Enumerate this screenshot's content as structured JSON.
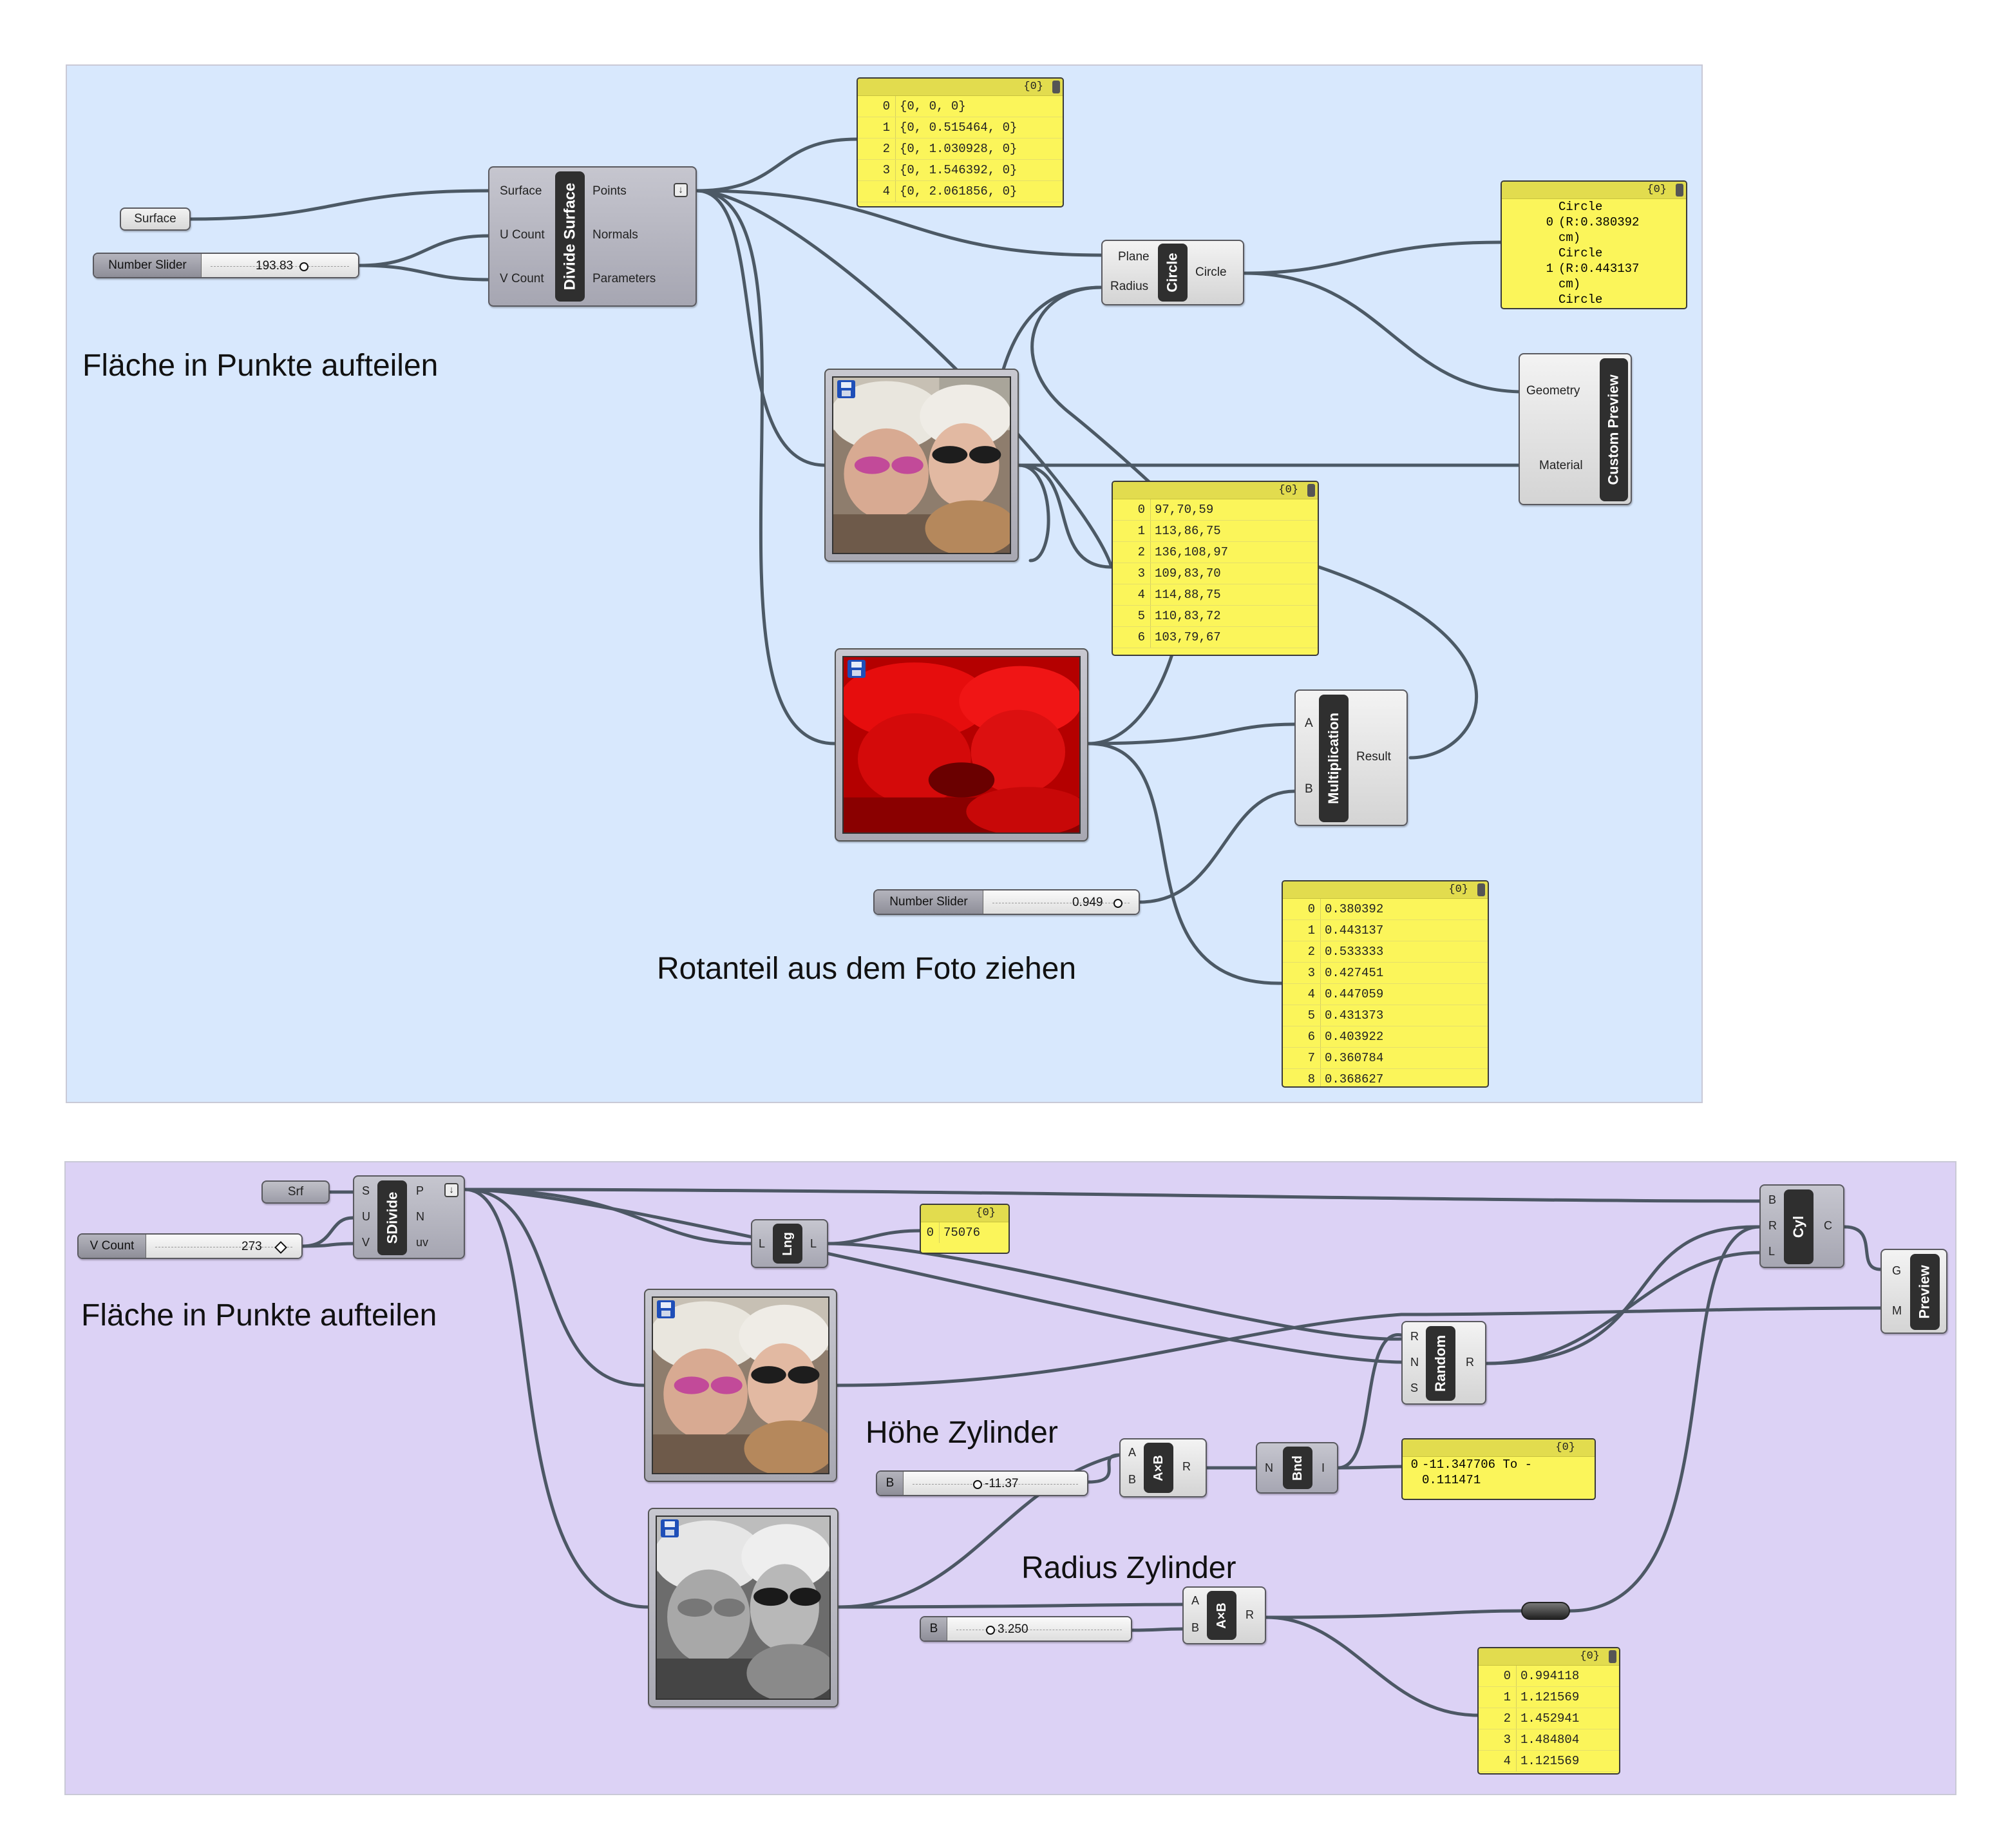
{
  "group1": {
    "note_split": "Fläche in Punkte aufteilen",
    "note_red": "Rotanteil aus dem Foto ziehen",
    "surface_param": "Surface",
    "slider1": {
      "label": "Number Slider",
      "value": "193.83"
    },
    "divide": {
      "name": "Divide Surface",
      "inputs": [
        "Surface",
        "U Count",
        "V Count"
      ],
      "outputs": [
        "Points",
        "Normals",
        "Parameters"
      ]
    },
    "panel_points": {
      "path": "{0}",
      "rows": [
        {
          "i": "0",
          "v": "{0, 0, 0}"
        },
        {
          "i": "1",
          "v": "{0, 0.515464, 0}"
        },
        {
          "i": "2",
          "v": "{0, 1.030928, 0}"
        },
        {
          "i": "3",
          "v": "{0, 1.546392, 0}"
        },
        {
          "i": "4",
          "v": "{0, 2.061856, 0}"
        }
      ]
    },
    "circle": {
      "name": "Circle",
      "inputs": [
        "Plane",
        "Radius"
      ],
      "output": "Circle"
    },
    "panel_circle": {
      "path": "{0}",
      "rows": [
        {
          "i": "",
          "v": "Circle"
        },
        {
          "i": "0",
          "v": "(R:0.380392"
        },
        {
          "i": "",
          "v": "cm)"
        },
        {
          "i": "",
          "v": "Circle"
        },
        {
          "i": "1",
          "v": "(R:0.443137"
        },
        {
          "i": "",
          "v": "cm)"
        },
        {
          "i": "",
          "v": "Circle"
        }
      ]
    },
    "custom_preview": {
      "name": "Custom Preview",
      "inputs": [
        "Geometry",
        "Material"
      ]
    },
    "panel_colors": {
      "path": "{0}",
      "rows": [
        {
          "i": "0",
          "v": "97,70,59"
        },
        {
          "i": "1",
          "v": "113,86,75"
        },
        {
          "i": "2",
          "v": "136,108,97"
        },
        {
          "i": "3",
          "v": "109,83,70"
        },
        {
          "i": "4",
          "v": "114,88,75"
        },
        {
          "i": "5",
          "v": "110,83,72"
        },
        {
          "i": "6",
          "v": "103,79,67"
        }
      ]
    },
    "multiplication": {
      "name": "Multiplication",
      "inputs": [
        "A",
        "B"
      ],
      "output": "Result"
    },
    "slider2": {
      "label": "Number Slider",
      "value": "0.949"
    },
    "panel_result": {
      "path": "{0}",
      "rows": [
        {
          "i": "0",
          "v": "0.380392"
        },
        {
          "i": "1",
          "v": "0.443137"
        },
        {
          "i": "2",
          "v": "0.533333"
        },
        {
          "i": "3",
          "v": "0.427451"
        },
        {
          "i": "4",
          "v": "0.447059"
        },
        {
          "i": "5",
          "v": "0.431373"
        },
        {
          "i": "6",
          "v": "0.403922"
        },
        {
          "i": "7",
          "v": "0.360784"
        },
        {
          "i": "8",
          "v": "0.368627"
        }
      ]
    }
  },
  "group2": {
    "note_split": "Fläche in Punkte aufteilen",
    "note_height": "Höhe Zylinder",
    "note_radius": "Radius Zylinder",
    "srf_param": "Srf",
    "vcount_slider": {
      "label": "V Count",
      "value": "273"
    },
    "sdivide": {
      "name": "SDivide",
      "inputs": [
        "S",
        "U",
        "V"
      ],
      "outputs": [
        "P",
        "N",
        "uv"
      ]
    },
    "lng": {
      "name": "Lng",
      "input": "L",
      "output": "L"
    },
    "panel_len": {
      "path": "{0}",
      "rows": [
        {
          "i": "0",
          "v": "75076"
        }
      ]
    },
    "cyl": {
      "name": "Cyl",
      "inputs": [
        "B",
        "R",
        "L"
      ],
      "output": "C"
    },
    "preview": {
      "name": "Preview",
      "inputs": [
        "G",
        "M"
      ]
    },
    "random": {
      "name": "Random",
      "inputs": [
        "R",
        "N",
        "S"
      ],
      "output": "R"
    },
    "mult_a": {
      "name": "A×B",
      "inputs": [
        "A",
        "B"
      ],
      "output": "R"
    },
    "slider_b1": {
      "label": "B",
      "value": "-11.37"
    },
    "bnd": {
      "name": "Bnd",
      "input": "N",
      "output": "I"
    },
    "panel_bnd": {
      "path": "{0}",
      "rows": [
        {
          "i": "0",
          "v": "-11.347706 To -"
        },
        {
          "i": "",
          "v": "0.111471"
        }
      ]
    },
    "mult_b": {
      "name": "A×B",
      "inputs": [
        "A",
        "B"
      ],
      "output": "R"
    },
    "slider_b2": {
      "label": "B",
      "value": "3.250"
    },
    "panel_radius": {
      "path": "{0}",
      "rows": [
        {
          "i": "0",
          "v": "0.994118"
        },
        {
          "i": "1",
          "v": "1.121569"
        },
        {
          "i": "2",
          "v": "1.452941"
        },
        {
          "i": "3",
          "v": "1.484804"
        },
        {
          "i": "4",
          "v": "1.121569"
        }
      ]
    }
  },
  "colors": {
    "group1": "#d8e8fd",
    "group2": "#dcd2f5",
    "panel": "#fbf55a",
    "wire": "#3d4a55",
    "component": "#b0b0ba"
  },
  "icons": [
    "floppy-disk-icon",
    "download-arrow-icon"
  ]
}
